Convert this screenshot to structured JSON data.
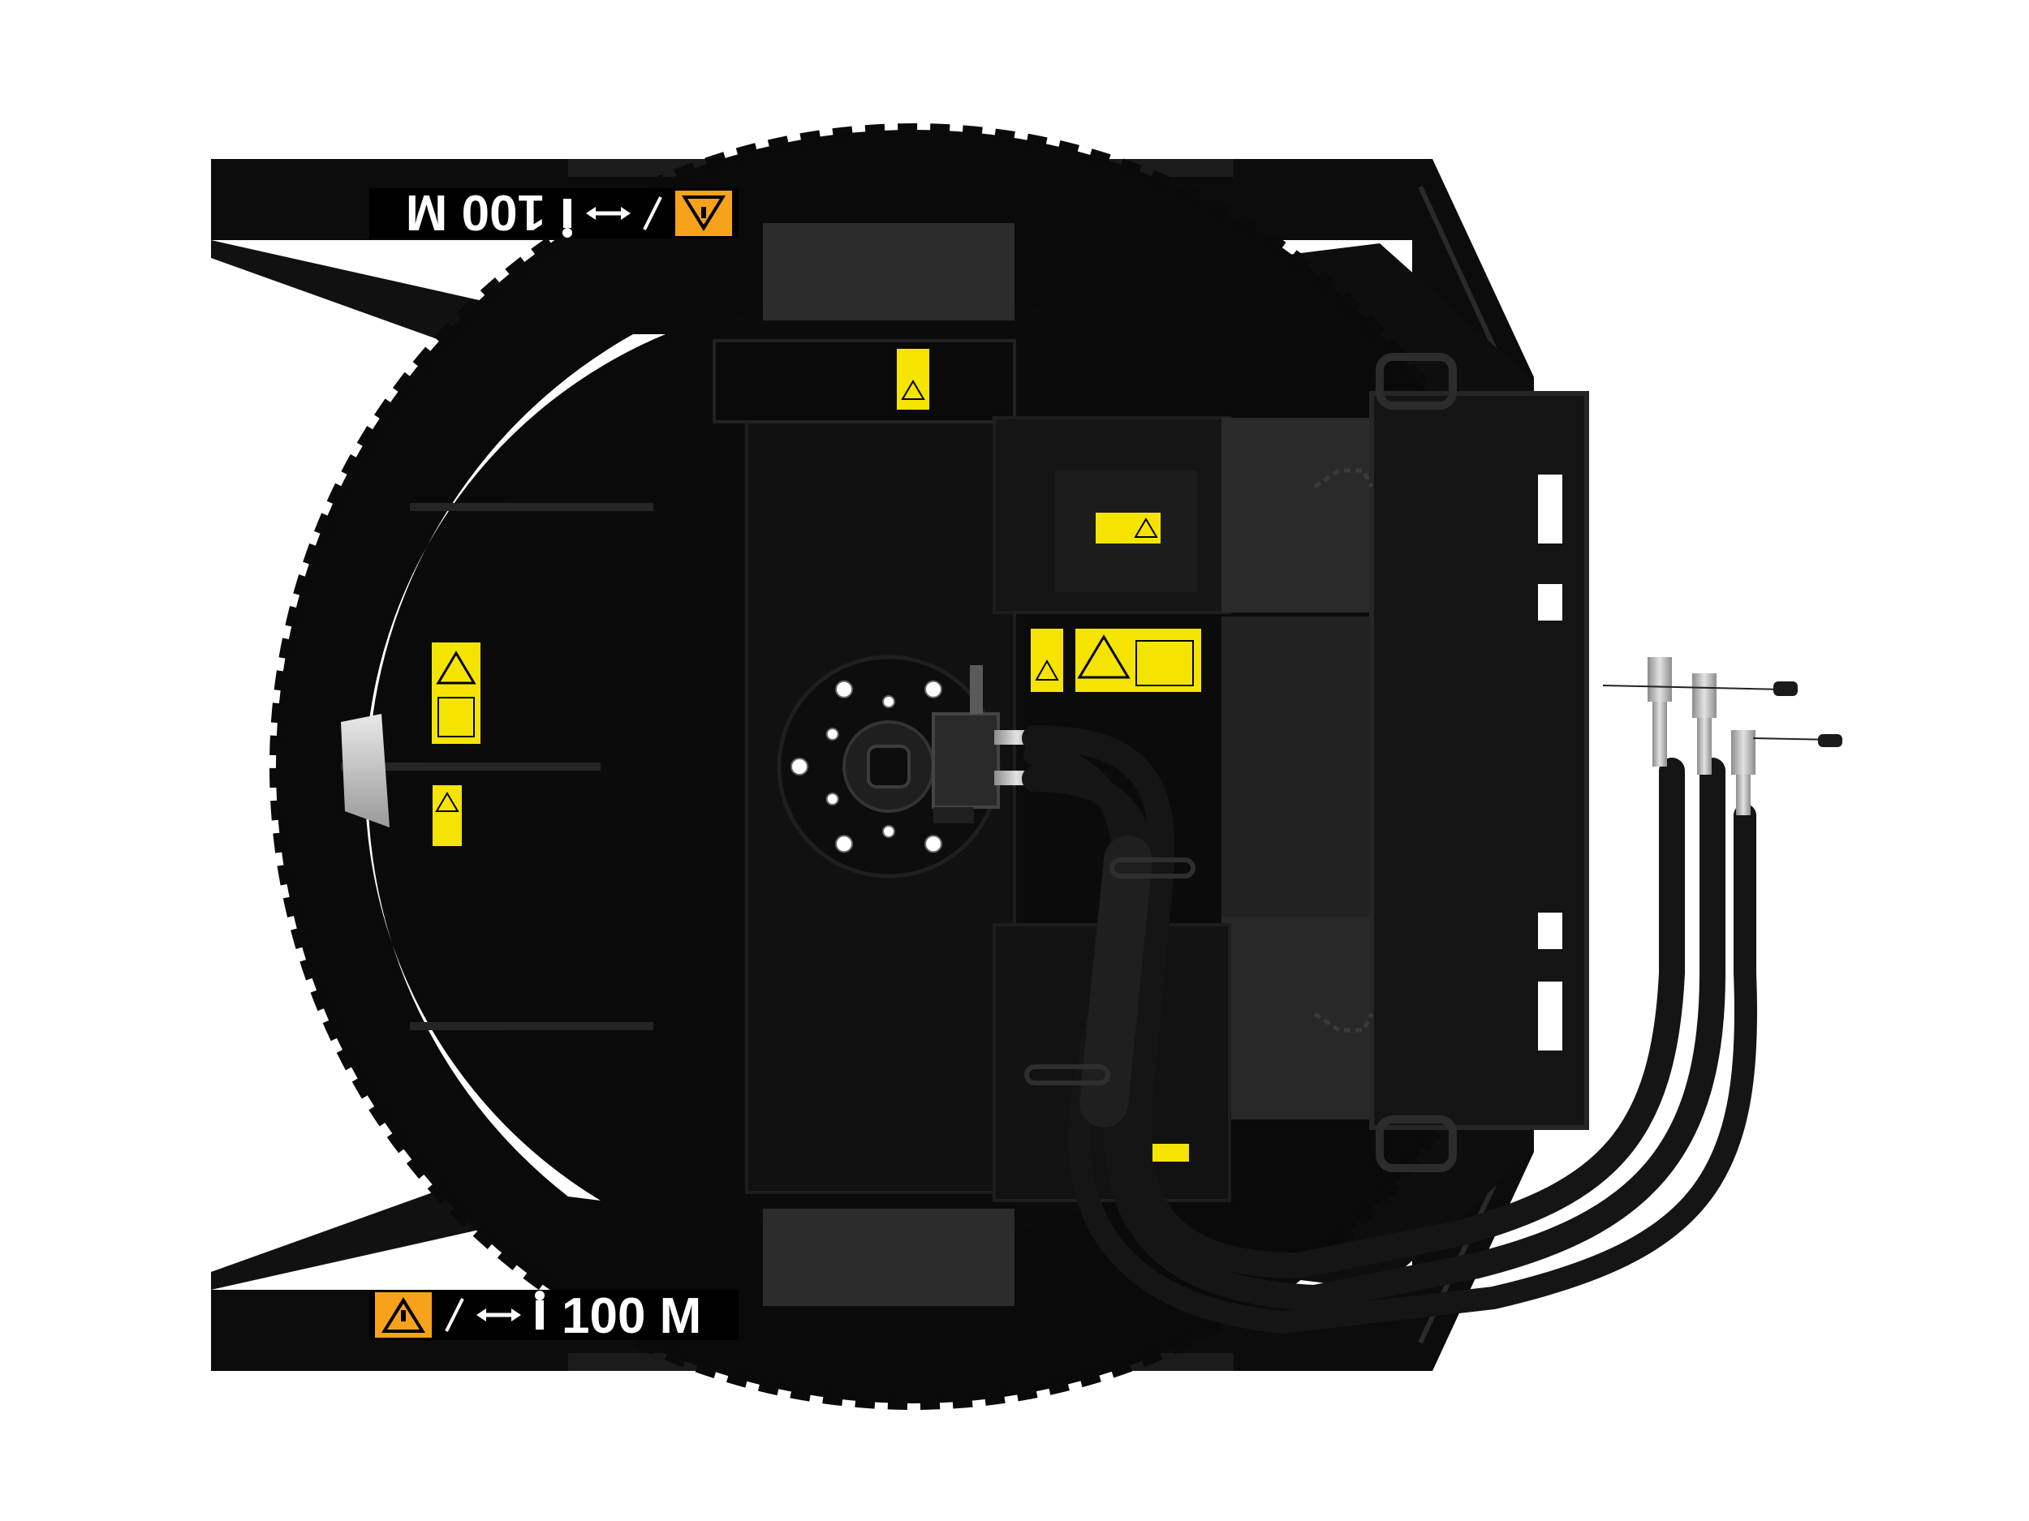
{
  "subject": "brush-cutter-attachment-top-view",
  "colors": {
    "background": "#ffffff",
    "body": "#0c0c0c",
    "body_panel": "#161616",
    "body_highlight": "#2e2e2e",
    "decal_yellow": "#f5e400",
    "decal_orange": "#f7a21b",
    "hose": "#141414",
    "fitting_metal": "#b7b7b7"
  },
  "decals": {
    "top_strip": {
      "text": "100 M"
    },
    "bottom_strip": {
      "text": "100 M"
    }
  },
  "icons": {
    "warning": "warning-triangle-icon",
    "arrow": "double-arrow-icon",
    "person": "person-icon",
    "debris": "flying-debris-icon"
  }
}
